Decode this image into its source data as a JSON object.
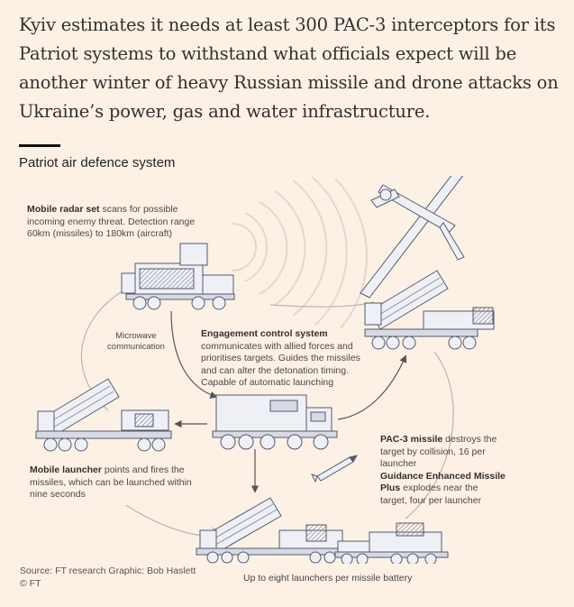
{
  "headline": "Kyiv estimates it needs at least 300 PAC-3 interceptors for its Patriot systems to withstand what officials expect will be another winter of heavy Russian missile and drone attacks on Ukraine’s power, gas and water infrastructure.",
  "chart_title": "Patriot air defence system",
  "labels": {
    "radar": {
      "title": "Mobile radar set",
      "text": " scans for possible incoming enemy threat. Detection range 60km (missiles) to 180km (aircraft)"
    },
    "microwave": "Microwave communication",
    "engagement": {
      "title": "Engagement control system",
      "text": "communicates with allied forces and prioritises targets. Guides the missiles and can alter the detonation timing. Capable of automatic launching"
    },
    "launcher": {
      "title": "Mobile launcher",
      "text": " points and fires the missiles, which can be launched within nine seconds"
    },
    "pac3": {
      "title": "PAC-3 missile",
      "text": " destroys the target by collision, 16 per launcher",
      "title2": "Guidance Enhanced Missile Plus",
      "text2": " explodes near the target, four per launcher"
    },
    "battery": "Up to eight launchers per missile battery"
  },
  "source": {
    "line1": "Source: FT research   Graphic: Bob Haslett",
    "line2": "© FT"
  },
  "colors": {
    "background": "#fdf1e6",
    "vehicle_fill": "#eef0f6",
    "vehicle_stroke": "#55596b",
    "arrow": "#555555"
  }
}
